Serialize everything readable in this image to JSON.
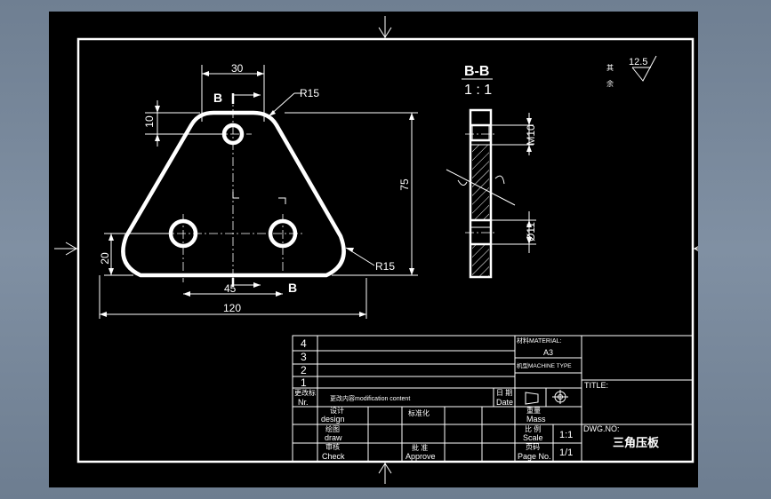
{
  "part_view": {
    "dims": {
      "d30": "30",
      "d10": "10",
      "d75": "75",
      "d20": "20",
      "d45": "45",
      "d120": "120",
      "r15_top": "R15",
      "r15_bottom": "R15"
    },
    "section_mark_top": "B",
    "section_mark_bottom": "B"
  },
  "section_view": {
    "title": "B-B",
    "scale": "1 : 1",
    "m10": "M10",
    "d11": "Ø11"
  },
  "roughness": {
    "label_line1": "其",
    "label_line2": "余",
    "value": "12.5"
  },
  "title_block": {
    "rev_rows": [
      "4",
      "3",
      "2",
      "1"
    ],
    "rev_header_nr_cn": "更改标",
    "rev_header_nr_en": "Nr.",
    "rev_header_content": "更改内容modification content",
    "rev_header_date_cn": "日 期",
    "rev_header_date_en": "Date",
    "material_label": "材料MATERIAL:",
    "material_value": "A3",
    "machine_type": "机型MACHINE TYPE",
    "title_label": "TITLE:",
    "design_cn": "设计",
    "design_en": "design",
    "standard_cn": "标准化",
    "mass_cn": "重量",
    "mass_en": "Mass",
    "draw_cn": "绘图",
    "draw_en": "draw",
    "scale_cn": "比 例",
    "scale_en": "Scale",
    "scale_value": "1:1",
    "dwg_no_label": "DWG.NO:",
    "drawing_name": "三角压板",
    "check_cn": "审核",
    "check_en": "Check",
    "approve_cn": "批 准",
    "approve_en": "Approve",
    "page_cn": "页码",
    "page_en": "Page No.",
    "page_value": "1/1"
  }
}
